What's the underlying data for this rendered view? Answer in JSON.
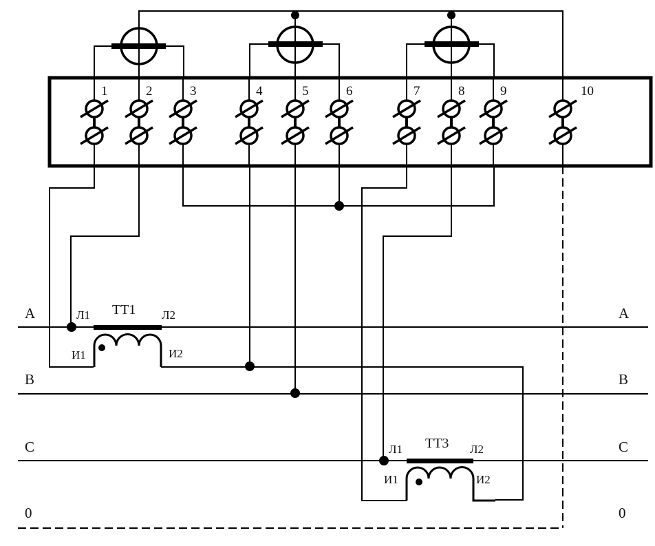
{
  "diagram": {
    "title": "Meter connection via current transformers TT1 and TT3",
    "colors": {
      "line": "#000000",
      "background": "#ffffff",
      "text": "#111111"
    },
    "terminal_block": {
      "terminals": [
        "1",
        "2",
        "3",
        "4",
        "5",
        "6",
        "7",
        "8",
        "9",
        "10"
      ]
    },
    "meter_elements": [
      {
        "name": "element-1",
        "terminals": [
          "1",
          "2",
          "3"
        ]
      },
      {
        "name": "element-2",
        "terminals": [
          "4",
          "5",
          "6"
        ]
      },
      {
        "name": "element-3",
        "terminals": [
          "7",
          "8",
          "9"
        ]
      }
    ],
    "phases": {
      "left": [
        "A",
        "B",
        "C",
        "0"
      ],
      "right": [
        "A",
        "B",
        "C",
        "0"
      ]
    },
    "transformers": [
      {
        "name": "TT1",
        "phase": "A",
        "l1": "Л1",
        "l2": "Л2",
        "i1": "И1",
        "i2": "И2"
      },
      {
        "name": "TT3",
        "phase": "C",
        "l1": "Л1",
        "l2": "Л2",
        "i1": "И1",
        "i2": "И2"
      }
    ]
  }
}
